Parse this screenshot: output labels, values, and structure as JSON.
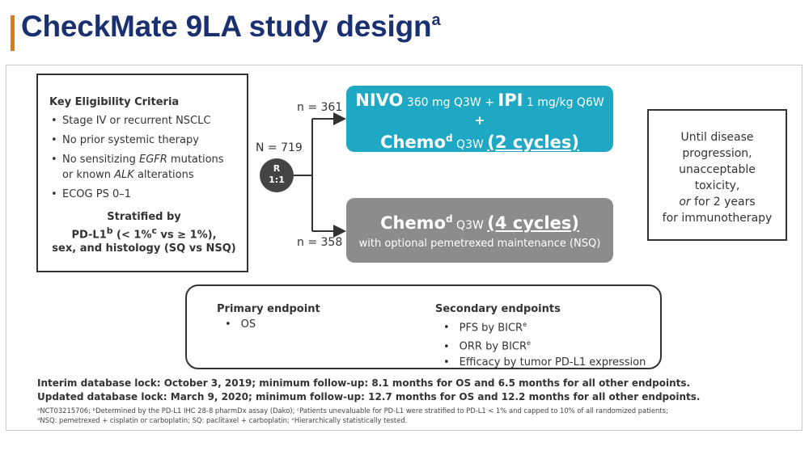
{
  "title": {
    "main": "CheckMate 9LA study design",
    "superscript": "a"
  },
  "eligibility": {
    "heading": "Key Eligibility Criteria",
    "items": [
      {
        "pre": "Stage IV or recurrent NSCLC",
        "em": "",
        "post": "",
        "line2_pre": "",
        "line2_em": "",
        "line2_post": ""
      },
      {
        "pre": "No prior systemic therapy",
        "em": "",
        "post": "",
        "line2_pre": "",
        "line2_em": "",
        "line2_post": ""
      },
      {
        "pre": "No sensitizing ",
        "em": "EGFR",
        "post": " mutations",
        "line2_pre": "or known ",
        "line2_em": "ALK",
        "line2_post": " alterations"
      },
      {
        "pre": "ECOG PS 0–1",
        "em": "",
        "post": "",
        "line2_pre": "",
        "line2_em": "",
        "line2_post": ""
      }
    ],
    "stratified": {
      "line1": "Stratified by",
      "line2_pre": "PD-L1",
      "line2_sup1": "b",
      "line2_mid": " (< 1%",
      "line2_sup2": "c",
      "line2_post": " vs ≥ 1%),",
      "line3": "sex, and histology (SQ vs NSQ)"
    }
  },
  "randomization": {
    "n_total": "N = 719",
    "r": "R",
    "ratio": "1:1"
  },
  "arm1": {
    "n": "n = 361",
    "drug1": "NIVO",
    "dose1": " 360 mg Q3W + ",
    "drug2": "IPI",
    "dose2": " 1 mg/kg Q6W",
    "plus": "+",
    "chemo": "Chemo",
    "chemo_sup": "d",
    "chemo_sched": " Q3W ",
    "cycles": "(2 cycles)"
  },
  "arm2": {
    "n": "n = 358",
    "chemo": "Chemo",
    "chemo_sup": "d",
    "chemo_sched": " Q3W ",
    "cycles": "(4 cycles)",
    "maintenance": "with optional pemetrexed maintenance (NSQ)"
  },
  "until": {
    "line1": "Until disease",
    "line2": "progression,",
    "line3": "unacceptable",
    "line4": "toxicity,",
    "line5_em": "or",
    "line5_post": " for 2 years",
    "line6": "for immunotherapy"
  },
  "endpoints": {
    "primary_heading": "Primary endpoint",
    "primary_items": [
      "OS"
    ],
    "secondary_heading": "Secondary endpoints",
    "secondary": [
      {
        "text": "PFS by BICR",
        "sup": "e"
      },
      {
        "text": "ORR by BICR",
        "sup": "e"
      },
      {
        "text": "Efficacy by tumor PD-L1 expression",
        "sup": ""
      }
    ]
  },
  "notes": {
    "interim": "Interim database lock: October 3, 2019; minimum follow-up: 8.1 months for OS and 6.5 months for all other endpoints.",
    "updated": "Updated database lock: March 9, 2020; minimum follow-up: 12.7 months for OS and 12.2 months for all other endpoints."
  },
  "footnotes": {
    "line1": "ᵃNCT03215706; ᵇDetermined by the PD-L1 IHC 28-8 pharmDx assay (Dako); ᶜPatients unevaluable for PD-L1 were stratified to PD-L1 < 1% and capped to 10% of all randomized patients;",
    "line2": "ᵈNSQ: pemetrexed + cisplatin or carboplatin; SQ: paclitaxel + carboplatin; ᵉHierarchically statistically tested."
  },
  "colors": {
    "title": "#1a3070",
    "accent_bar": "#e07b12",
    "arm1": "#1fa8c4",
    "arm2": "#8c8c8c"
  }
}
